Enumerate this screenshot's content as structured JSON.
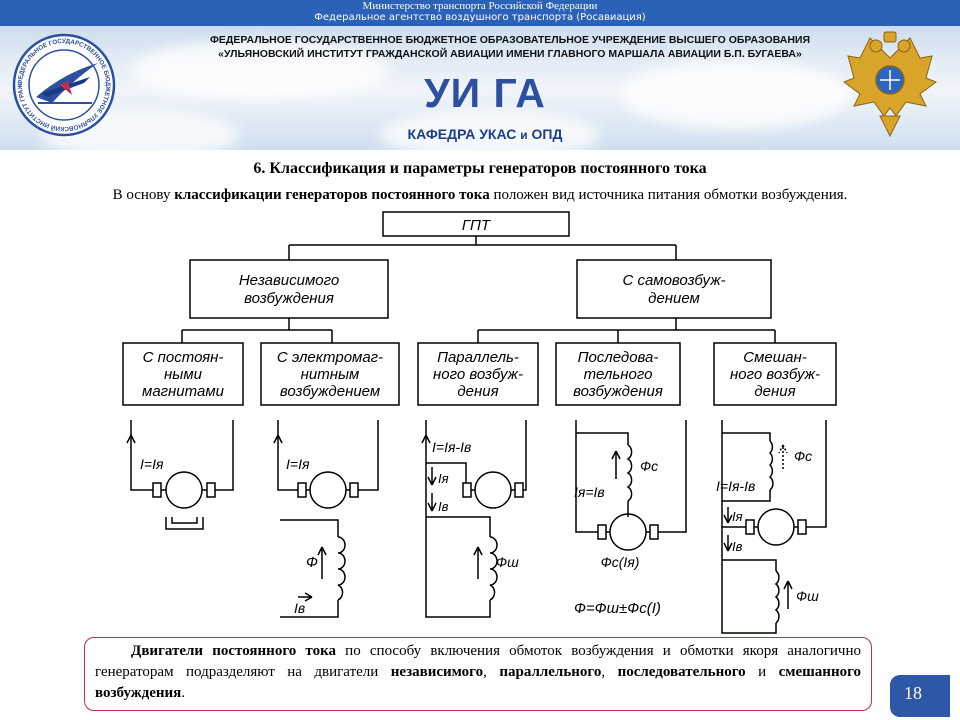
{
  "header": {
    "ministry": "Министерство транспорта Российской Федерации",
    "agency": "Федеральное агентство воздушного транспорта (Росавиация)",
    "institution_line1": "ФЕДЕРАЛЬНОЕ ГОСУДАРСТВЕННОЕ БЮДЖЕТНОЕ ОБРАЗОВАТЕЛЬНОЕ УЧРЕЖДЕНИЕ ВЫСШЕГО ОБРАЗОВАНИЯ",
    "institution_line2": "«УЛЬЯНОВСКИЙ ИНСТИТУТ ГРАЖДАНСКОЙ АВИАЦИИ ИМЕНИ ГЛАВНОГО МАРШАЛА АВИАЦИИ Б.П. БУГАЕВА»",
    "short_name": "УИ ГА",
    "department": "КАФЕДРА УКАС и ОПД",
    "logo_text": "ФЕДЕРАЛЬНОЕ ГОСУДАРСТВЕННОЕ БЮДЖЕТНОЕ УЛЬЯНОВСКИЙ ИНСТИТУТ ГРАЖДАНСКОЙ АВИАЦИИ"
  },
  "slide": {
    "title": "6. Классификация и параметры  генераторов постоянного тока",
    "intro_pre": "В основу ",
    "intro_bold": "классификации генераторов постоянного тока",
    "intro_post": " положен вид источника питания обмотки возбуждения."
  },
  "diagram": {
    "root": "ГПТ",
    "level1": [
      {
        "line1": "Независимого",
        "line2": "возбуждения"
      },
      {
        "line1": "С самовозбуж-",
        "line2": "дением"
      }
    ],
    "level2": [
      {
        "line1": "С постоян-",
        "line2": "ными",
        "line3": "магнитами"
      },
      {
        "line1": "С электромаг-",
        "line2": "нитным",
        "line3": "возбуждением"
      },
      {
        "line1": "Параллель-",
        "line2": "ного возбуж-",
        "line3": "дения"
      },
      {
        "line1": "Последова-",
        "line2": "тельного",
        "line3": "возбуждения"
      },
      {
        "line1": "Смешан-",
        "line2": "ного возбуж-",
        "line3": "дения"
      }
    ],
    "labels": {
      "i_eq_ia": "I=Iя",
      "i_parallel": "I=Iя-Iв",
      "ia": "Iя",
      "iv": "Iв",
      "phi": "Ф",
      "phi_sh": "Фш",
      "phi_c": "Фс",
      "ia_eq_iv": "Iя=Iв",
      "phi_c_ia": "Фс(Iя)",
      "i_mixed": "I=Iя-Iв",
      "phi_sum": "Ф=Фш±Фс(I)"
    }
  },
  "note": {
    "p1_bold": "Двигатели постоянного тока",
    "p1": " по способу включения обмоток возбуждения и обмотки якоря аналогично генераторам подразделяют на двигатели ",
    "b2": "независимого",
    "s2": ", ",
    "b3": "параллельного",
    "s3": ", ",
    "b4": "последовательного",
    "s4": " и ",
    "b5": "смешанного возбуждения",
    "s5": "."
  },
  "page_number": "18",
  "colors": {
    "brand_blue": "#2c4fa0",
    "note_border": "#c0304a",
    "topbar": "#2b62b8"
  }
}
